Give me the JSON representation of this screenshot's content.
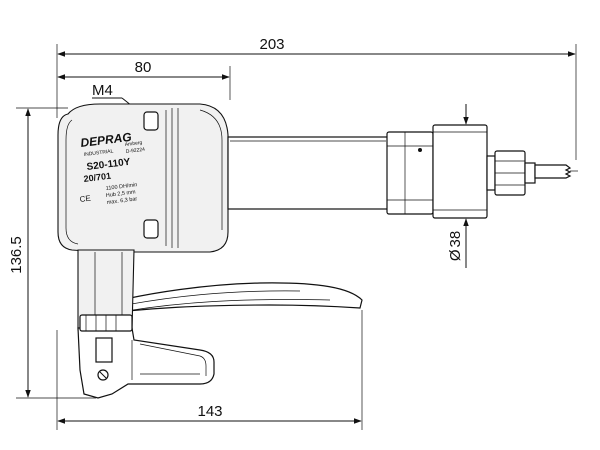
{
  "dimensions": {
    "total_length": "203",
    "head_length": "80",
    "height": "136.5",
    "base_length": "143",
    "diameter": "38",
    "diameter_symbol": "Ø",
    "thread": "M4"
  },
  "label": {
    "brand": "DEPRAG",
    "brand_sub": "INDUSTRIAL",
    "city": "Amberg",
    "code": "D-92224",
    "model": "S20-110Y",
    "number": "20/701",
    "spec1": "1100 DH/min",
    "spec2": "Hub 2,5 mm",
    "spec3": "max. 6,3 bar",
    "ce": "CE"
  }
}
